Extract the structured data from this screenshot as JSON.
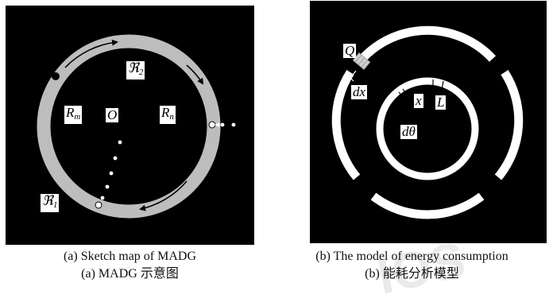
{
  "panel_a": {
    "labels": {
      "region2": "ℜ",
      "region2_sub": "2",
      "rm": "R",
      "rm_sub": "m",
      "center": "O",
      "rn": "R",
      "rn_sub": "n",
      "region1": "ℜ",
      "region1_sub": "1"
    },
    "ring_color": "#bdbdbd"
  },
  "panel_b": {
    "labels": {
      "q": "Q",
      "dx": "dx",
      "x": "x",
      "l": "L",
      "dtheta": "dθ"
    }
  },
  "captions": {
    "a_en": "(a) Sketch map of MADG",
    "a_cn": "(a) MADG 示意图",
    "b_en": "(b) The model of energy consumption",
    "b_cn": "(b) 能耗分析模型"
  },
  "watermark": "IOS"
}
